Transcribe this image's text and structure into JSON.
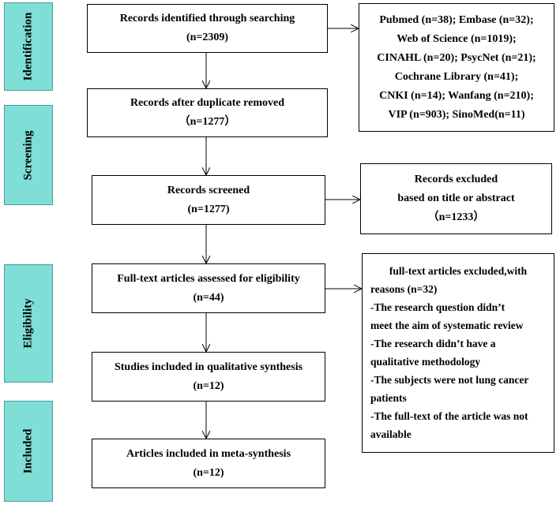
{
  "phases": {
    "identification": "Identification",
    "screening": "Screening",
    "eligibility": "Eligibility",
    "included": "Included"
  },
  "boxes": {
    "identified": [
      "Records identified through searching",
      "(n=2309)"
    ],
    "databases": [
      "Pubmed (n=38); Embase (n=32);",
      "Web of Science (n=1019);",
      "CINAHL (n=20); PsycNet (n=21);",
      "Cochrane Library (n=41);",
      "CNKI (n=14); Wanfang (n=210);",
      "VIP (n=903); SinoMed(n=11)"
    ],
    "after_duplicates": [
      "Records after duplicate removed",
      "（n=1277）"
    ],
    "screened": [
      "Records screened",
      "(n=1277)"
    ],
    "excluded_title": [
      "Records excluded",
      "based on title or abstract",
      "（n=1233）"
    ],
    "fulltext_assessed": [
      "Full-text articles assessed for eligibility",
      "(n=44)"
    ],
    "fulltext_excluded": [
      "full-text articles excluded,with",
      "reasons (n=32)",
      "-The research question didn’t",
      "meet the aim of systematic review",
      "-The research didn’t have a",
      "qualitative methodology",
      "-The subjects were not lung cancer",
      "patients",
      "-The full-text of the article was not",
      "available"
    ],
    "qualitative": [
      "Studies included in qualitative synthesis",
      "(n=12)"
    ],
    "meta": [
      "Articles included in meta-synthesis",
      "(n=12)"
    ]
  },
  "colors": {
    "phase_fill": "#7fded6",
    "phase_border": "#4a9e98",
    "line": "#000000"
  }
}
